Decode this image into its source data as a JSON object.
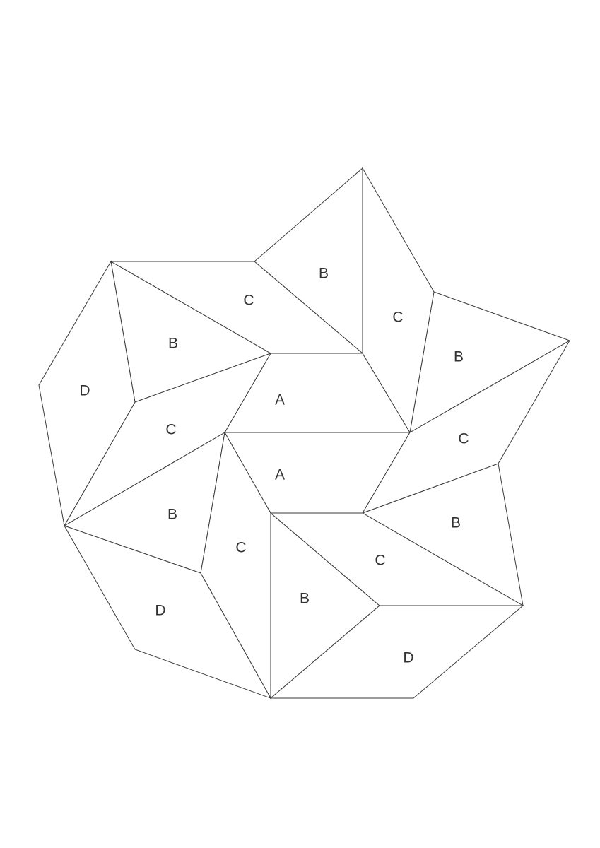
{
  "pieces": [
    {
      "label": "A"
    },
    {
      "label": "A"
    },
    {
      "label": "B"
    },
    {
      "label": "B"
    },
    {
      "label": "B"
    },
    {
      "label": "B"
    },
    {
      "label": "B"
    },
    {
      "label": "B"
    },
    {
      "label": "C"
    },
    {
      "label": "C"
    },
    {
      "label": "C"
    },
    {
      "label": "C"
    },
    {
      "label": "C"
    },
    {
      "label": "C"
    },
    {
      "label": "D"
    },
    {
      "label": "D"
    },
    {
      "label": "D"
    }
  ]
}
